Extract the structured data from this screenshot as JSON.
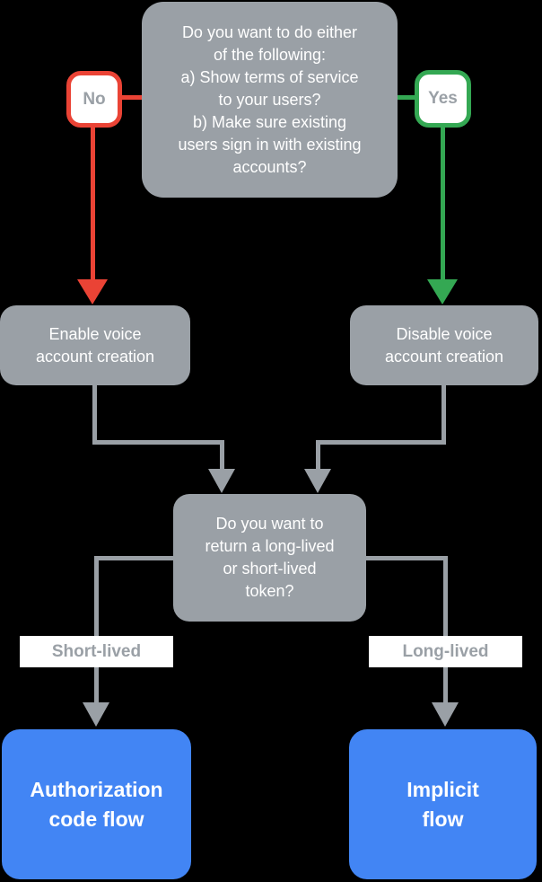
{
  "colors": {
    "background": "#000000",
    "node_gray": "#9AA0A6",
    "node_blue": "#4285F4",
    "arrow_red": "#EA4335",
    "arrow_green": "#34A853",
    "connector_gray": "#9AA0A6",
    "node_text": "#FFFFFF",
    "label_text": "#9AA0A6",
    "badge_bg": "#FFFFFF"
  },
  "flowchart": {
    "question_terms": "Do you want to do either\nof the following:\na) Show terms of service\nto your users?\nb) Make sure existing\nusers sign in with existing\naccounts?",
    "no_label": "No",
    "yes_label": "Yes",
    "enable_node": "Enable voice\naccount creation",
    "disable_node": "Disable voice\naccount creation",
    "question_token": "Do you want to\nreturn a long-lived\nor short-lived\ntoken?",
    "short_lived_label": "Short-lived",
    "long_lived_label": "Long-lived",
    "auth_code_node": "Authorization\ncode flow",
    "implicit_node": "Implicit\nflow"
  }
}
